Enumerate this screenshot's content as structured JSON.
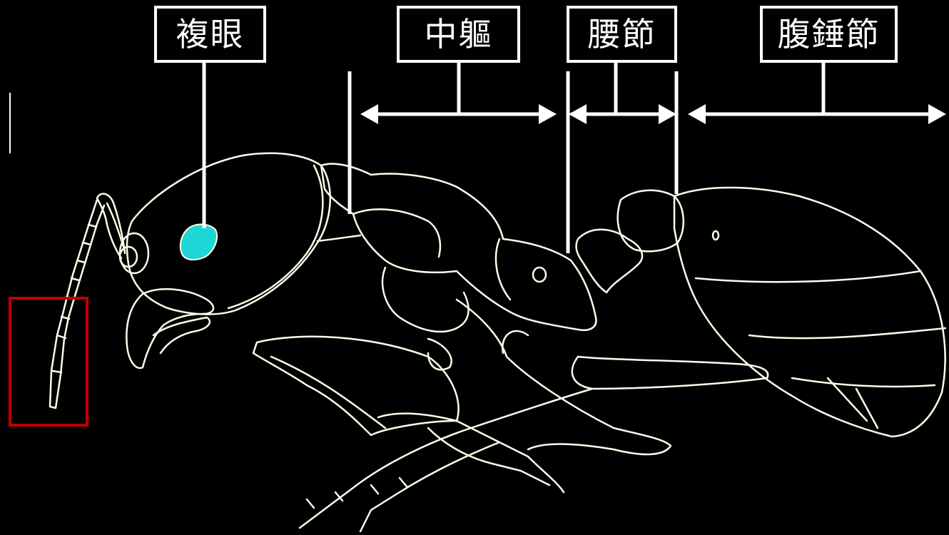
{
  "labels": {
    "compound_eye": "複眼",
    "mesosoma": "中軀",
    "waist": "腰節",
    "gaster": "腹錘節"
  },
  "colors": {
    "background": "#000000",
    "outline": "#fffde8",
    "eye_fill": "#1fd6d6",
    "highlight_box": "#c00000",
    "label_border": "#ffffff"
  }
}
